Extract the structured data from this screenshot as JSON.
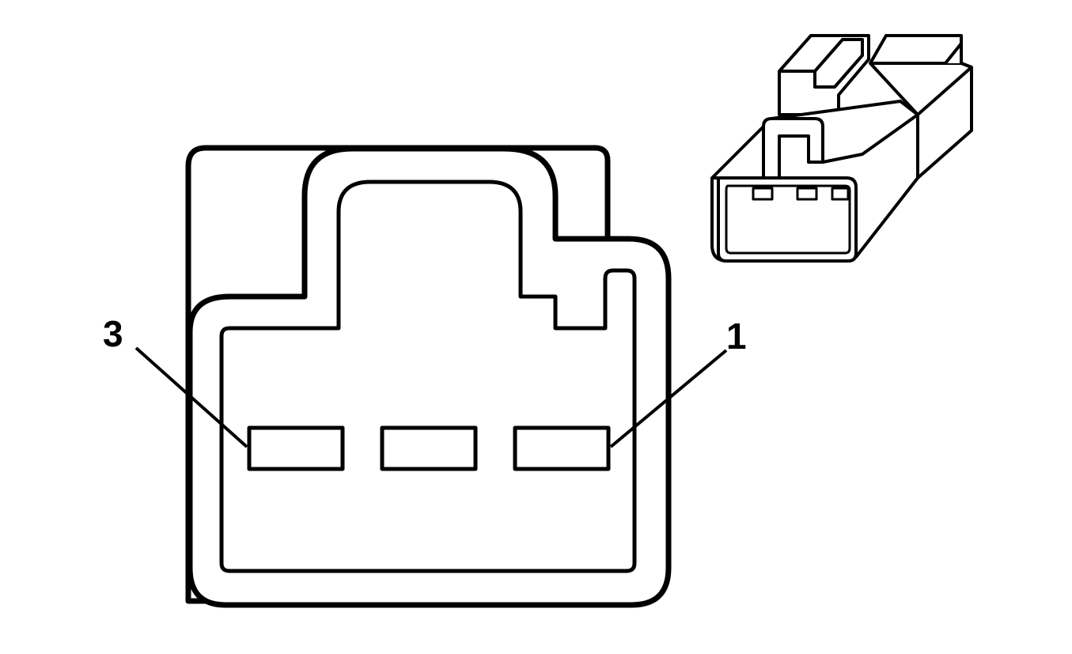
{
  "diagram": {
    "stroke_color": "#000000",
    "background_color": "#ffffff",
    "pin_labels": {
      "left": "3",
      "right": "1"
    },
    "terminal_count": 3
  }
}
